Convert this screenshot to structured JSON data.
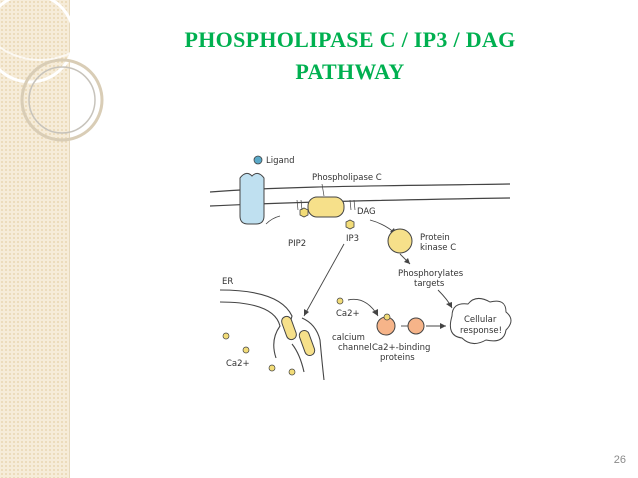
{
  "slide": {
    "title_line1": "PHOSPHOLIPASE C / IP3 / DAG",
    "title_line2": "PATHWAY",
    "page_number": "26",
    "title_color": "#00b050"
  },
  "diagram": {
    "labels": {
      "ligand": "Ligand",
      "phospholipase_c": "Phospholipase C",
      "dag": "DAG",
      "pip2": "PIP2",
      "ip3": "IP3",
      "protein_kinase_c_line1": "Protein",
      "protein_kinase_c_line2": "kinase C",
      "phosphorylates_line1": "Phosphorylates",
      "phosphorylates_line2": "targets",
      "er": "ER",
      "ca_er": "Ca2+",
      "ca_cytosol": "Ca2+",
      "calcium_channel_line1": "calcium",
      "calcium_channel_line2": "channel",
      "ca_binding_line1": "Ca2+-binding",
      "ca_binding_line2": "proteins",
      "cellular_response_line1": "Cellular",
      "cellular_response_line2": "response!"
    },
    "colors": {
      "receptor": "#bfe0f0",
      "enzyme": "#f6e08a",
      "molecule": "#f2dc78",
      "ca_binding": "#f6b489",
      "ligand": "#5aa9c8",
      "outline": "#444444"
    },
    "icons": [
      "ligand-dot",
      "receptor",
      "phospholipase-c",
      "protein-kinase-c",
      "calcium-channel",
      "ca-binding-proteins",
      "cellular-response-cloud"
    ]
  }
}
